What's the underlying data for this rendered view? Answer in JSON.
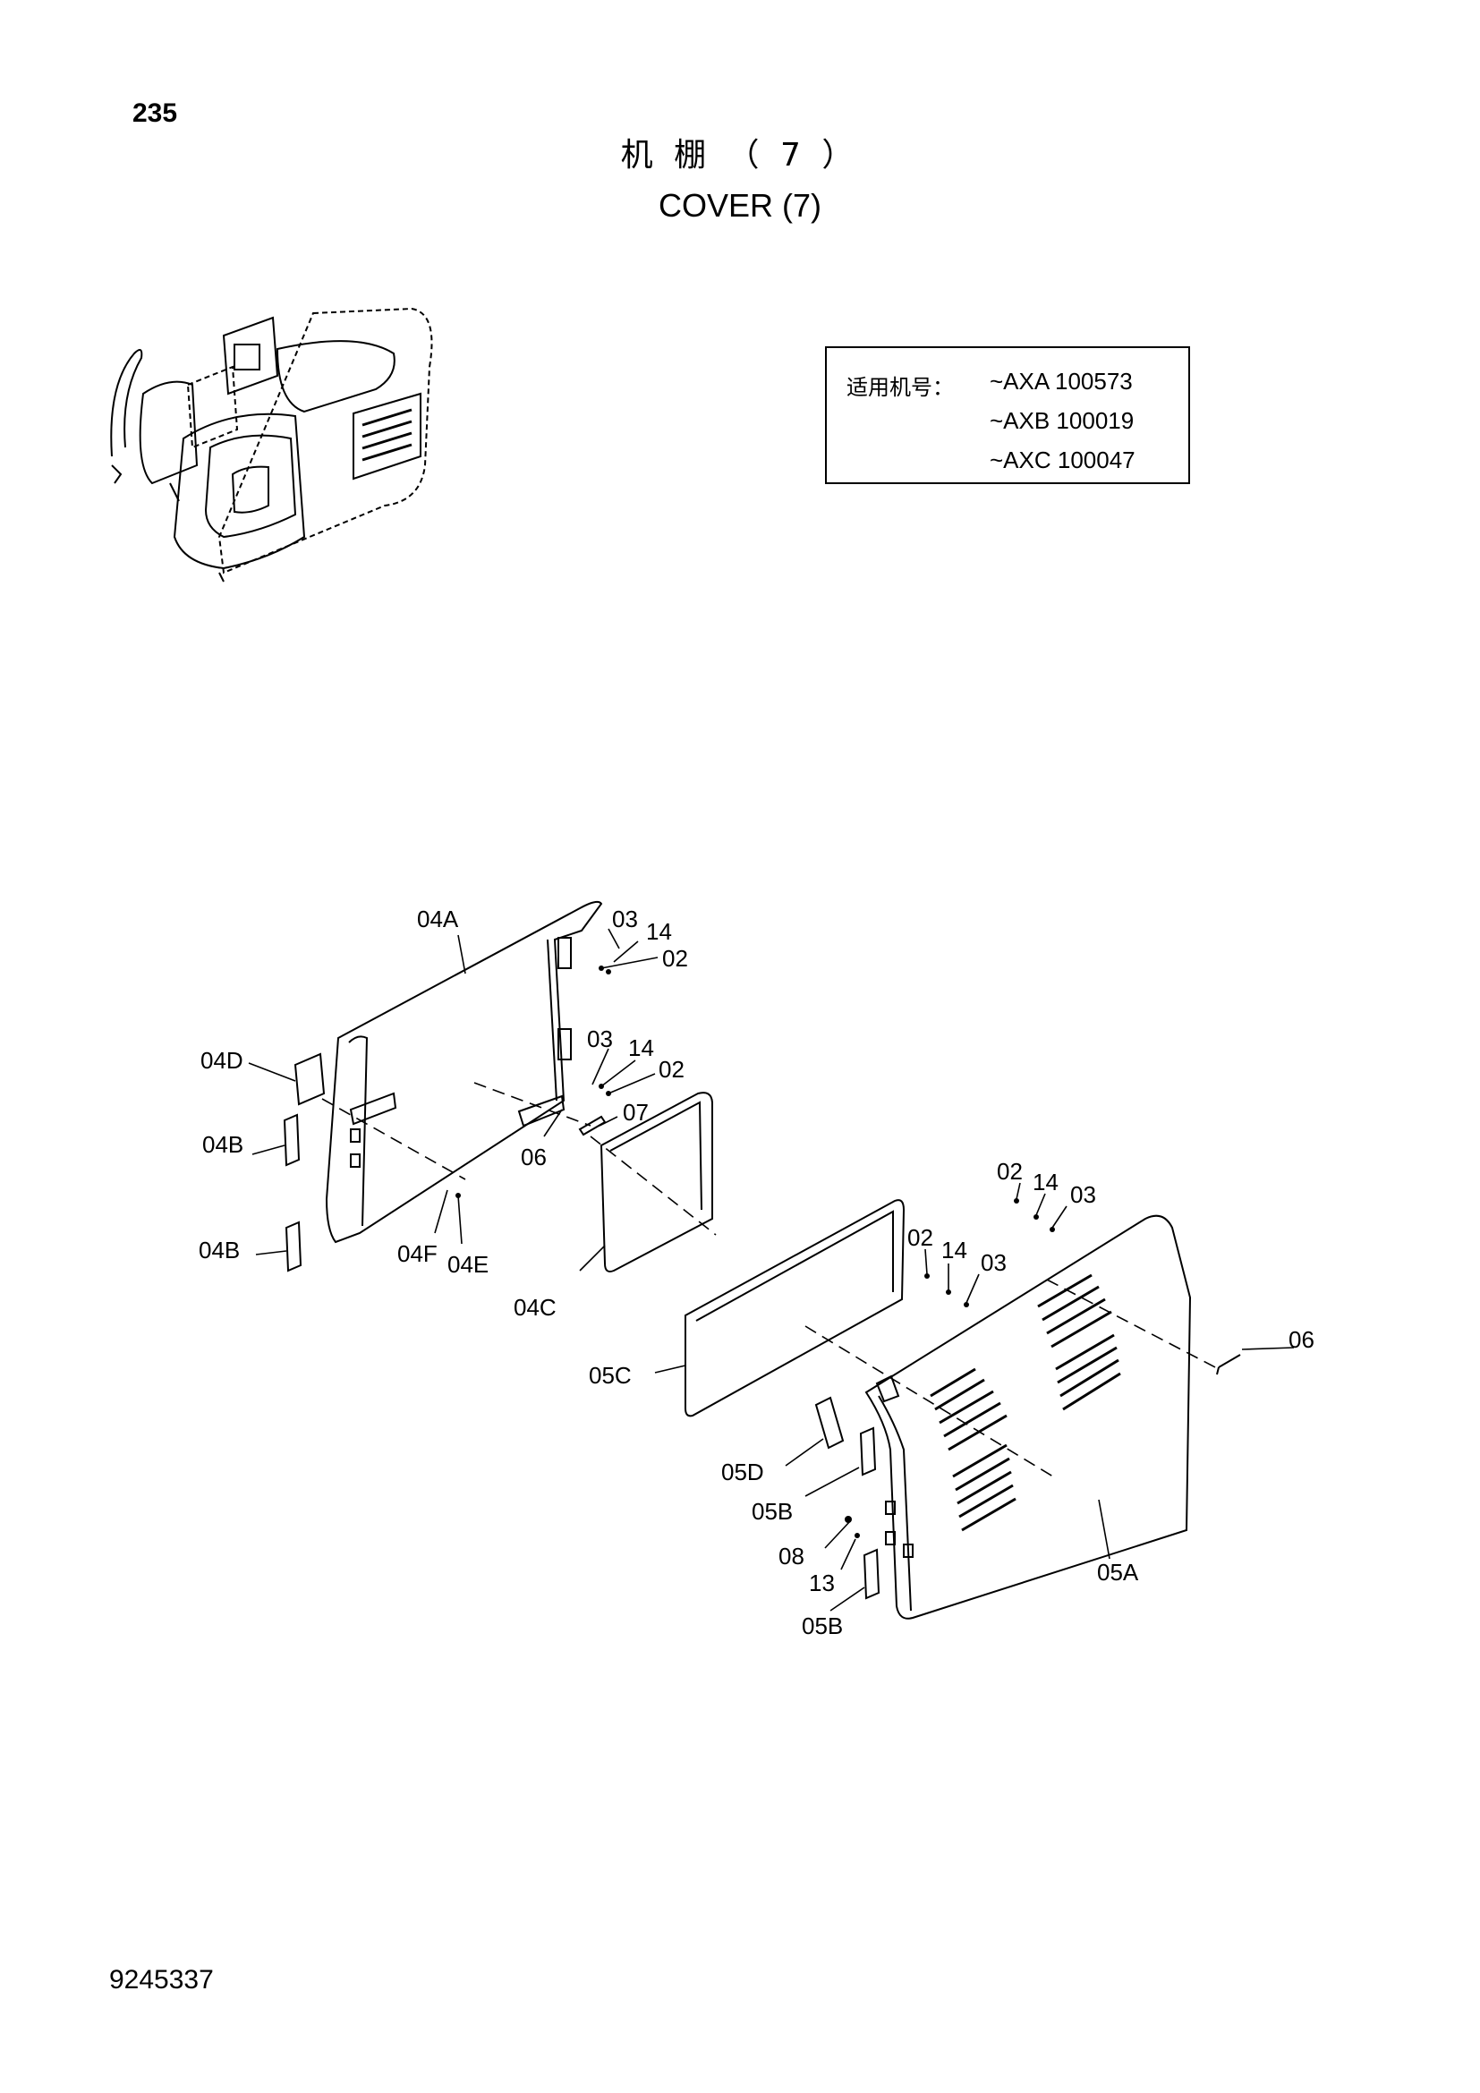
{
  "header": {
    "page_number": "235",
    "title_cn": "机 棚 （ 7 ）",
    "title_en": "COVER (7)"
  },
  "applicability": {
    "label": "适用机号：",
    "serials": [
      "~AXA 100573",
      "~AXB 100019",
      "~AXC 100047"
    ]
  },
  "callouts": {
    "p04A": "04A",
    "p03a": "03",
    "p14a": "14",
    "p02a": "02",
    "p03b": "03",
    "p14b": "14",
    "p02b": "02",
    "p07": "07",
    "p06a": "06",
    "p04D": "04D",
    "p04B1": "04B",
    "p04B2": "04B",
    "p04F": "04F",
    "p04E": "04E",
    "p04C": "04C",
    "p02c": "02",
    "p14c": "14",
    "p03c": "03",
    "p02d": "02",
    "p14d": "14",
    "p03d": "03",
    "p06b": "06",
    "p05C": "05C",
    "p05D": "05D",
    "p05B1": "05B",
    "p08": "08",
    "p13": "13",
    "p05B2": "05B",
    "p05A": "05A"
  },
  "footer": {
    "doc_number": "9245337"
  }
}
